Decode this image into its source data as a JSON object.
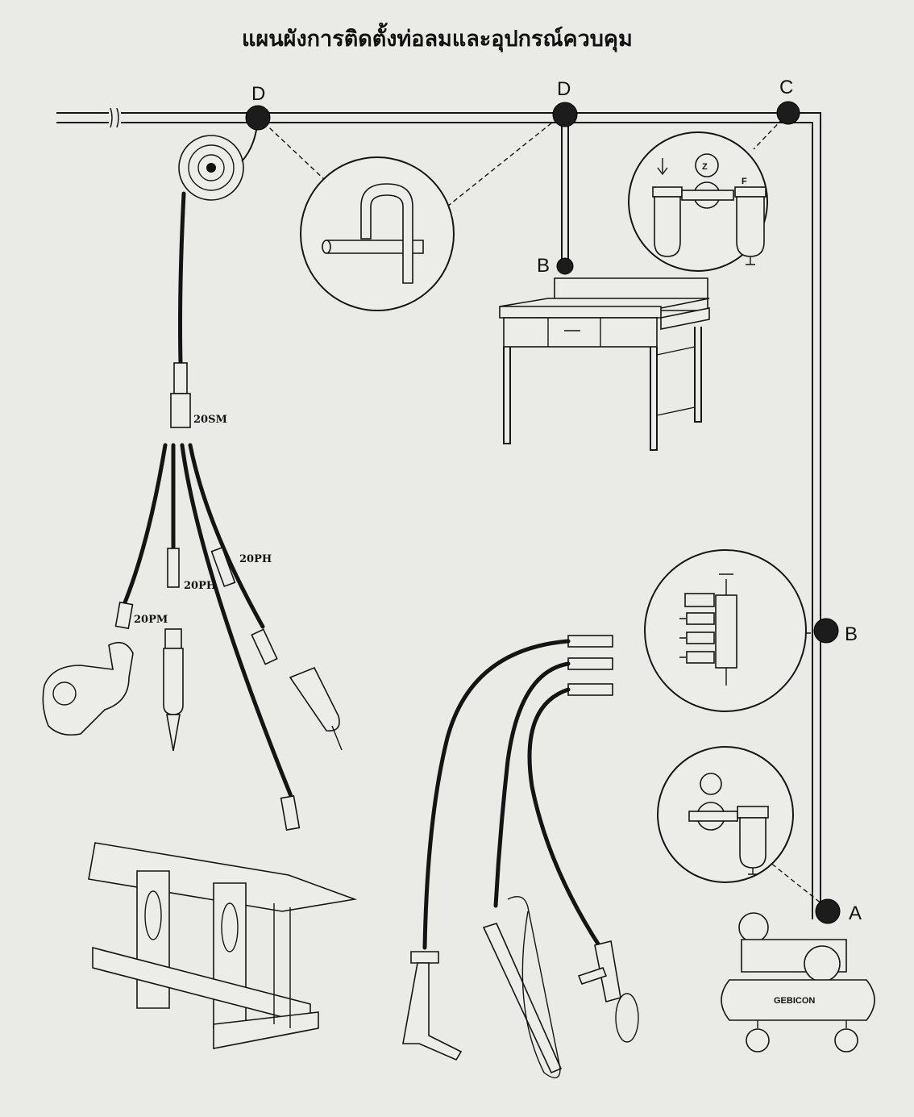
{
  "title": "แผนผังการติดตั้งท่อลมและอุปกรณ์ควบคุม",
  "nodes": {
    "d1": "D",
    "d2": "D",
    "c": "C",
    "b_bench": "B",
    "b_main": "B",
    "a": "A"
  },
  "parts": {
    "coupler_main": "20SM",
    "plug_left": "20PM",
    "plug_mid": "20PH",
    "plug_right": "20PH",
    "filter_label": "F"
  },
  "compressor_brand": "GEBICON"
}
